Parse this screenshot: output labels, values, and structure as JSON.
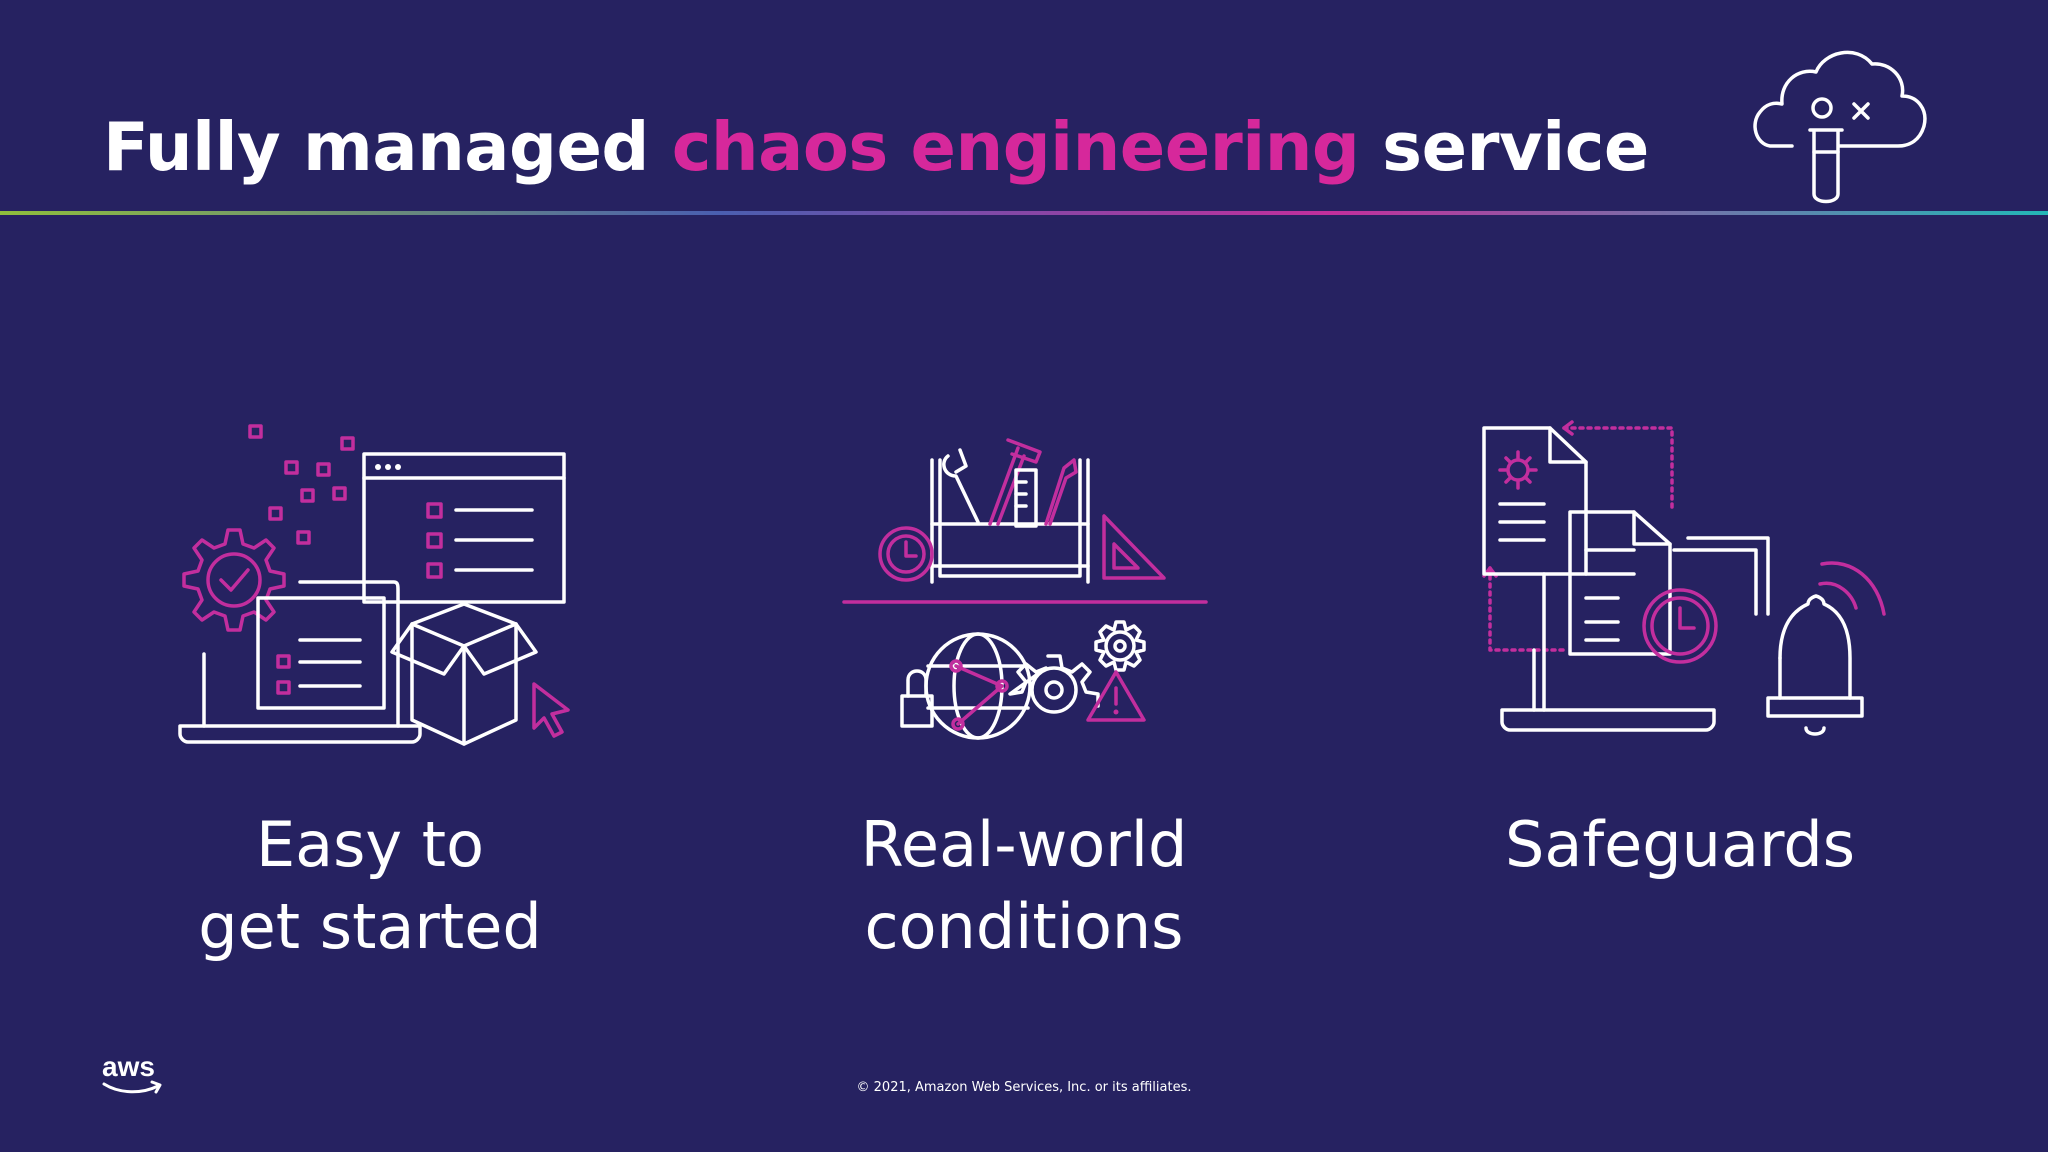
{
  "slide": {
    "title_part1": "Fully managed ",
    "title_accent": "chaos engineering",
    "title_part3": " service"
  },
  "features": [
    {
      "line1": "Easy to",
      "line2": "get started",
      "icon": "gear-browser-box-icon"
    },
    {
      "line1": "Real-world",
      "line2": "conditions",
      "icon": "toolbox-globe-gears-icon"
    },
    {
      "line1": "Safeguards",
      "line2": "",
      "icon": "documents-bell-icon"
    }
  ],
  "footer": {
    "logo_text": "aws",
    "copyright": "© 2021, Amazon Web Services, Inc. or its affiliates."
  },
  "colors": {
    "background": "#262261",
    "accent": "#d6289b",
    "text": "#ffffff"
  }
}
